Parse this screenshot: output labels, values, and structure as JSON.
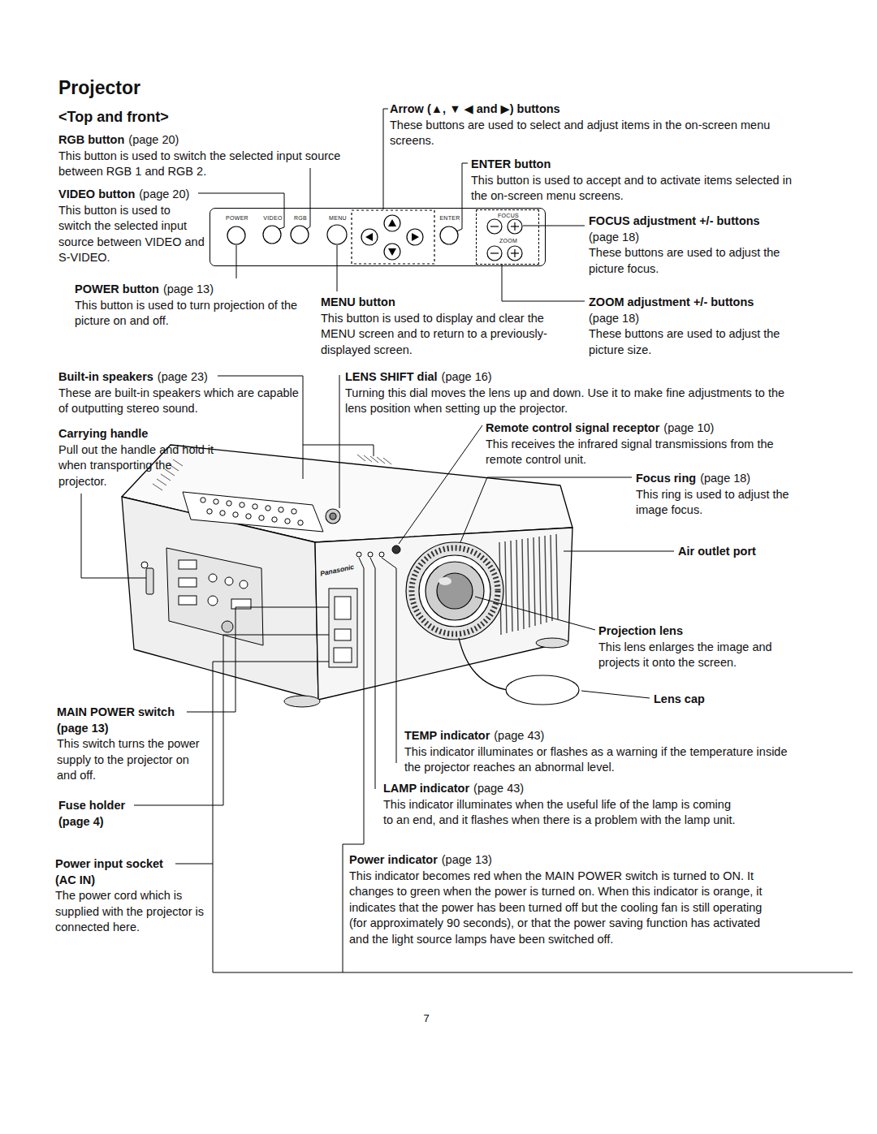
{
  "diagram": {
    "title": "Projector",
    "nodes": [
      {
        "text": [
          "POWER",
          "VIDEO",
          "RGB",
          "MENU",
          "ENTER"
        ]
      },
      {
        "text": [
          "FOCUS",
          "ZOOM"
        ],
        "in": 0
      }
    ],
    "labels": [
      "<Top and front>",
      "RGB button",
      "(page 20)",
      "This button is used to switch the selected input source between RGB 1 and RGB 2.",
      "VIDEO button",
      "(page 20)",
      "This button is used to switch the selected input source between VIDEO and S-VIDEO.",
      "POWER button",
      "(page 13)",
      "This button is used to turn projection of the picture on and off.",
      "Arrow (▲, ▼ ◀ and ▶) buttons",
      "These buttons are used to select and adjust items in the on-screen menu screens.",
      "ENTER button",
      "This button is used to accept and to activate items selected in the on-screen menu screens.",
      "FOCUS adjustment +/- buttons",
      "(page 18)",
      "These buttons are used to adjust the picture focus.",
      "MENU button",
      "This button is used to display and clear the MENU screen and to return to a previously-displayed screen.",
      "ZOOM adjustment +/- buttons",
      "(page 18)",
      "These buttons are used to adjust the picture size.",
      "Built-in speakers",
      "(page 23)",
      "These are built-in speakers which are capable of outputting stereo sound.",
      "Carrying handle",
      "Pull out the handle and hold it when transporting the projector.",
      "LENS SHIFT dial",
      "(page 16)",
      "Turning this dial moves the lens up and down. Use it to make fine adjustments to the lens position when setting up the projector.",
      "Remote control signal receptor",
      "(page 10)",
      "This receives the infrared signal transmissions from the remote control unit.",
      "Focus ring",
      "(page 18)",
      "This ring is used to adjust the image focus.",
      "Air outlet port",
      "Projection lens",
      "This lens enlarges the image and projects it onto the screen.",
      "Lens cap",
      "MAIN POWER switch",
      "(page 13)",
      "This switch turns the power supply to the projector on and off.",
      "TEMP indicator",
      "(page 43)",
      "This indicator illuminates or flashes as a warning if the temperature inside the projector reaches an abnormal level.",
      "Fuse holder",
      "(page 4)",
      "LAMP indicator",
      "(page 43)",
      "This indicator illuminates when the useful life of the lamp is coming to an end, and it flashes when there is a problem with the lamp unit.",
      "Power input socket",
      "(AC IN)",
      "The power cord which is supplied with the projector is connected here.",
      "Power indicator",
      "(page 13)",
      "This indicator becomes red when the MAIN POWER switch is turned to ON. It changes to green when the power is turned on. When this indicator is orange, it indicates that the power has been turned off but the cooling fan is still operating (for approximately 90 seconds), or that the power saving function has activated and the light source lamps have been switched off.",
      "7",
      "Panasonic"
    ]
  }
}
